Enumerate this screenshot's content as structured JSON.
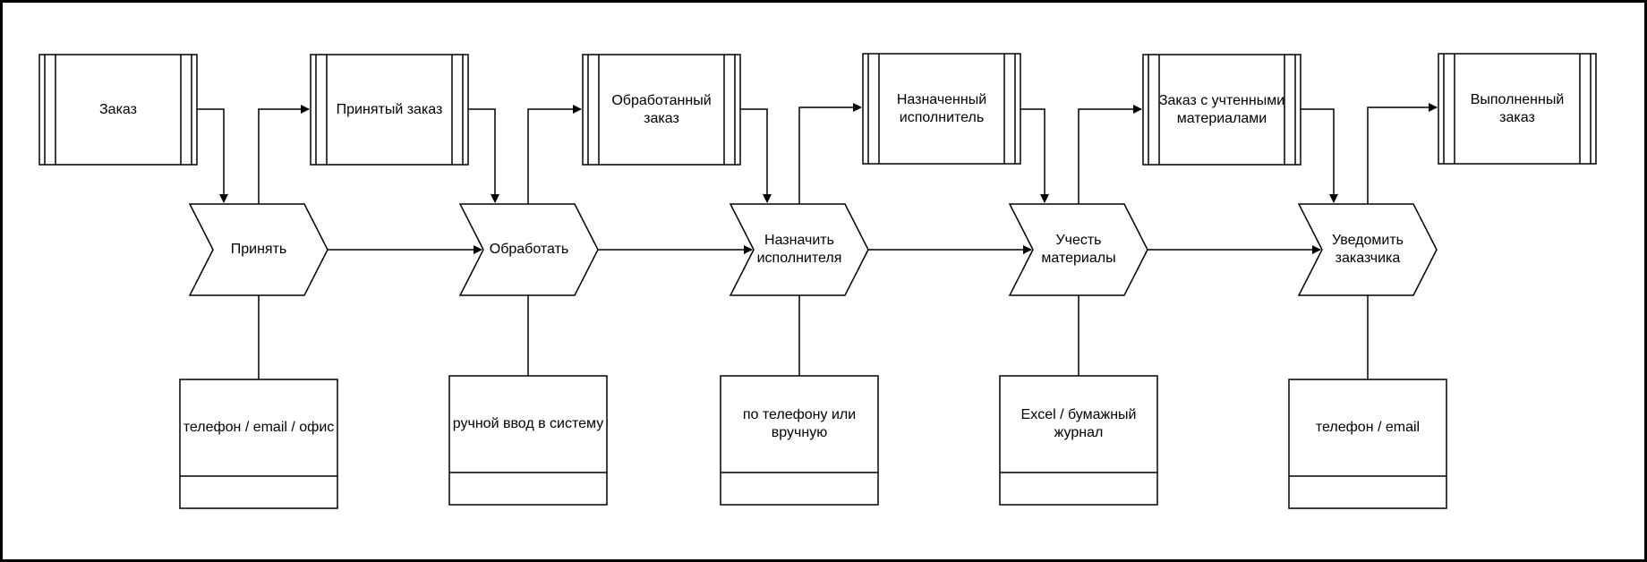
{
  "diagram": {
    "stroke_color": "#000000",
    "data_objects": [
      {
        "label": "Заказ"
      },
      {
        "label": "Принятый заказ"
      },
      {
        "label": "Обработанный\nзаказ"
      },
      {
        "label": "Назначенный\nисполнитель"
      },
      {
        "label": "Заказ с учтенными\nматериалами"
      },
      {
        "label": "Выполненный\nзаказ"
      }
    ],
    "process_steps": [
      {
        "label": "Принять"
      },
      {
        "label": "Обработать"
      },
      {
        "label": "Назначить\nисполнителя"
      },
      {
        "label": "Учесть\nматериалы"
      },
      {
        "label": "Уведомить\nзаказчика"
      }
    ],
    "channels": [
      {
        "label": "телефон / email / офис"
      },
      {
        "label": "ручной ввод в систему"
      },
      {
        "label": "по телефону или\nвручную"
      },
      {
        "label": "Excel / бумажный\nжурнал"
      },
      {
        "label": "телефон / email"
      }
    ]
  }
}
